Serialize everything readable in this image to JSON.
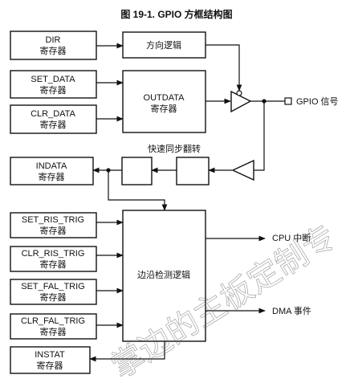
{
  "figure": {
    "title": "图 19-1. GPIO 方框结构图"
  },
  "registers": {
    "dir": {
      "name": "DIR",
      "sub": "寄存器"
    },
    "set_data": {
      "name": "SET_DATA",
      "sub": "寄存器"
    },
    "clr_data": {
      "name": "CLR_DATA",
      "sub": "寄存器"
    },
    "indata": {
      "name": "INDATA",
      "sub": "寄存器"
    },
    "set_ris_trig": {
      "name": "SET_RIS_TRIG",
      "sub": "寄存器"
    },
    "clr_ris_trig": {
      "name": "CLR_RIS_TRIG",
      "sub": "寄存器"
    },
    "set_fal_trig": {
      "name": "SET_FAL_TRIG",
      "sub": "寄存器"
    },
    "clr_fal_trig": {
      "name": "CLR_FAL_TRIG",
      "sub": "寄存器"
    },
    "instat": {
      "name": "INSTAT",
      "sub": "寄存器"
    }
  },
  "blocks": {
    "direction_logic": "方向逻辑",
    "outdata": {
      "name": "OUTDATA",
      "sub": "寄存器"
    },
    "edge_logic": "边沿检测逻辑",
    "fast_sync": "快速同步翻转"
  },
  "signals": {
    "gpio": "GPIO 信号",
    "cpu_int": "CPU 中断",
    "dma": "DMA 事件"
  },
  "watermark": "掌边的主板定制专"
}
